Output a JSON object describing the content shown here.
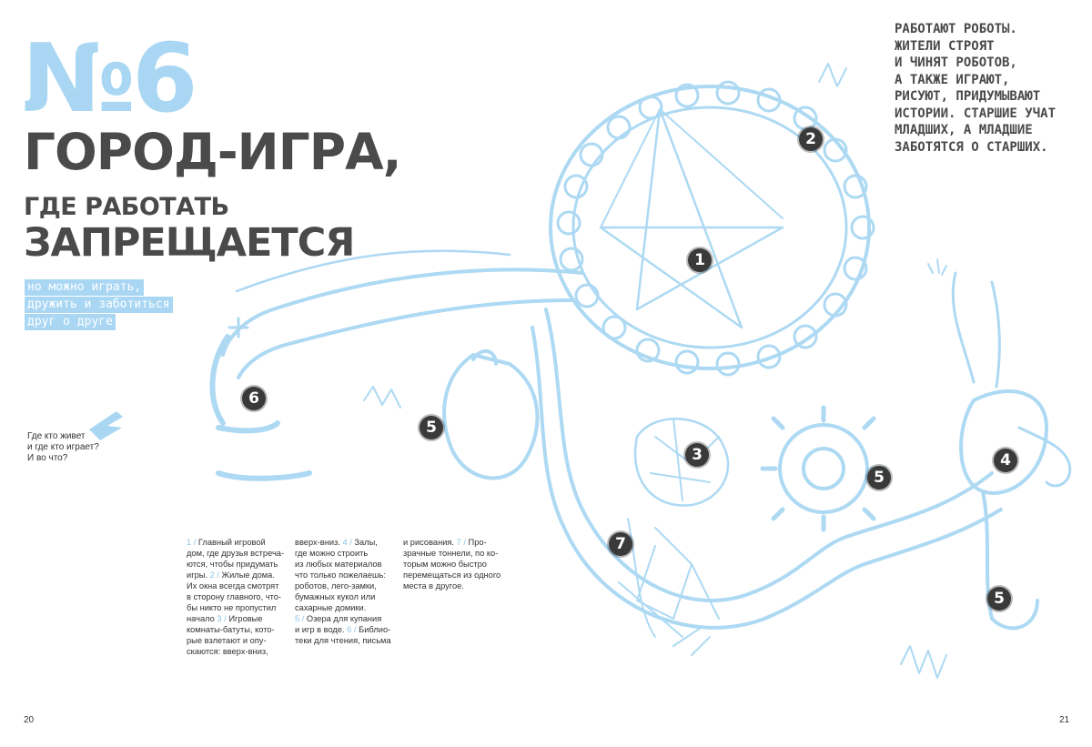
{
  "left_page": {
    "issue_number": "№6",
    "title_line1": "ГОРОД-ИГРА,",
    "title_line2": "ГДЕ РАБОТАТЬ",
    "title_line3": "ЗАПРЕЩАЕТСЯ",
    "subtitle_lines": [
      "но можно играть,",
      "дружить и заботиться",
      "друг о друге"
    ],
    "question_lines": [
      "Где кто живет",
      "и где кто играет?",
      "И во что?"
    ],
    "page_number": "20"
  },
  "legend_columns": [
    [
      {
        "num": "1 / ",
        "text": "Главный игровой"
      },
      {
        "num": "",
        "text": "дом, где друзья встреча-"
      },
      {
        "num": "",
        "text": "ются, чтобы придумать"
      },
      {
        "num": "",
        "text": "игры. ",
        "num2": "2 / ",
        "text2": "Жилые дома."
      },
      {
        "num": "",
        "text": "Их окна всегда смотрят"
      },
      {
        "num": "",
        "text": "в сторону главного, что-"
      },
      {
        "num": "",
        "text": "бы никто не пропустил"
      },
      {
        "num": "",
        "text": "начало ",
        "num2": "3 / ",
        "text2": "Игровые"
      },
      {
        "num": "",
        "text": "комнаты-батуты, кото-"
      },
      {
        "num": "",
        "text": "рые взлетают и опу-"
      },
      {
        "num": "",
        "text": "скаются: вверх-вниз,"
      }
    ],
    [
      {
        "num": "",
        "text": "вверх-вниз. ",
        "num2": "4 / ",
        "text2": "Залы,"
      },
      {
        "num": "",
        "text": "где можно строить"
      },
      {
        "num": "",
        "text": "из любых материалов"
      },
      {
        "num": "",
        "text": "что только пожелаешь:"
      },
      {
        "num": "",
        "text": "роботов, лего-замки,"
      },
      {
        "num": "",
        "text": "бумажных кукол или"
      },
      {
        "num": "",
        "text": "сахарные домики."
      },
      {
        "num": "5 / ",
        "text": "Озера для купания"
      },
      {
        "num": "",
        "text": "и игр в воде. ",
        "num2": "6 / ",
        "text2": "Библио-"
      },
      {
        "num": "",
        "text": "теки для чтения, письма"
      }
    ],
    [
      {
        "num": "",
        "text": "и рисования. ",
        "num2": "7 / ",
        "text2": "Про-"
      },
      {
        "num": "",
        "text": "зрачные тоннели, по ко-"
      },
      {
        "num": "",
        "text": "торым можно быстро"
      },
      {
        "num": "",
        "text": "перемещаться из одного"
      },
      {
        "num": "",
        "text": "места в другое."
      }
    ]
  ],
  "right_page": {
    "header_lines": [
      "РАБОТАЮТ РОБОТЫ.",
      "ЖИТЕЛИ СТРОЯТ",
      "И ЧИНЯТ РОБОТОВ,",
      "А ТАКЖЕ ИГРАЮТ,",
      "РИСУЮТ, ПРИДУМЫВАЮТ",
      "ИСТОРИИ. СТАРШИЕ УЧАТ",
      "МЛАДШИХ, А МЛАДШИЕ",
      "ЗАБОТЯТСЯ О СТАРШИХ."
    ],
    "page_number": "21"
  },
  "markers": [
    "1",
    "2",
    "3",
    "4",
    "5",
    "5",
    "5",
    "6",
    "7"
  ],
  "colors": {
    "accent_blue": "#a9d7f3",
    "ink": "#4a4a4a",
    "marker": "#3a3a3a"
  }
}
